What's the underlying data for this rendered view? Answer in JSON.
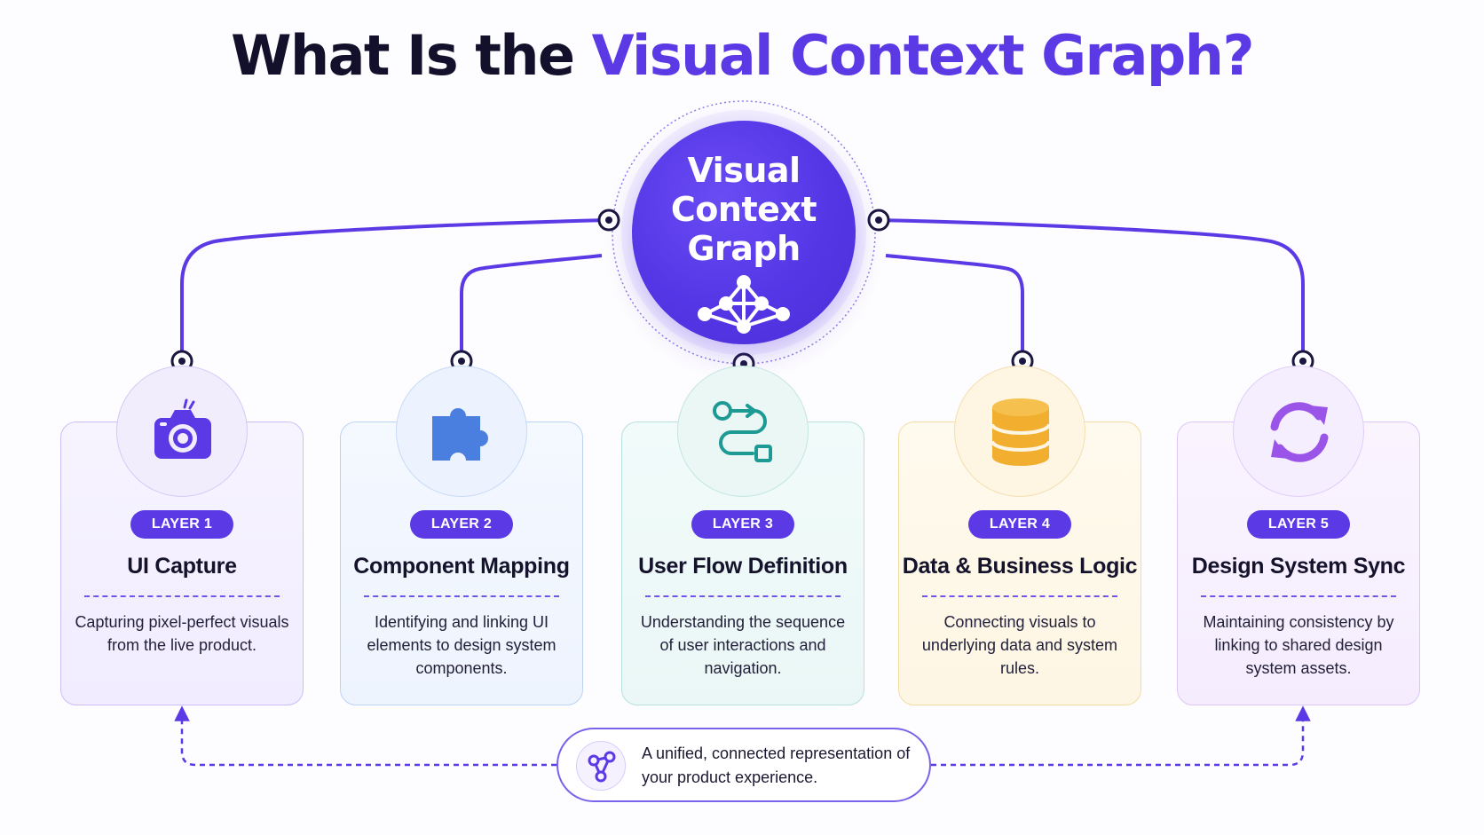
{
  "title": {
    "prefix": "What Is the ",
    "accent": "Visual Context Graph?"
  },
  "hub": {
    "label": "Visual\nContext\nGraph",
    "icon": "network-graph-icon"
  },
  "layers": [
    {
      "badge": "LAYER 1",
      "title": "UI Capture",
      "description": "Capturing pixel-perfect visuals from the live product.",
      "icon": "camera-icon",
      "accent_color": "#5b3ae6"
    },
    {
      "badge": "LAYER 2",
      "title": "Component Mapping",
      "description": "Identifying and linking UI elements to design system components.",
      "icon": "puzzle-piece-icon",
      "accent_color": "#4a7fe0"
    },
    {
      "badge": "LAYER 3",
      "title": "User Flow Definition",
      "description": "Understanding the sequence of user interactions and navigation.",
      "icon": "flow-path-icon",
      "accent_color": "#1d9a94"
    },
    {
      "badge": "LAYER 4",
      "title": "Data & Business Logic",
      "description": "Connecting visuals to underlying data and system rules.",
      "icon": "database-icon",
      "accent_color": "#f2ae2e"
    },
    {
      "badge": "LAYER 5",
      "title": "Design System Sync",
      "description": "Maintaining consistency by linking to shared design system assets.",
      "icon": "sync-arrows-icon",
      "accent_color": "#9a55e8"
    }
  ],
  "summary": {
    "text": "A unified, connected representation of your product experience.",
    "icon": "share-nodes-icon"
  },
  "colors": {
    "primary": "#5b3ae6",
    "dark_text": "#14122b"
  }
}
